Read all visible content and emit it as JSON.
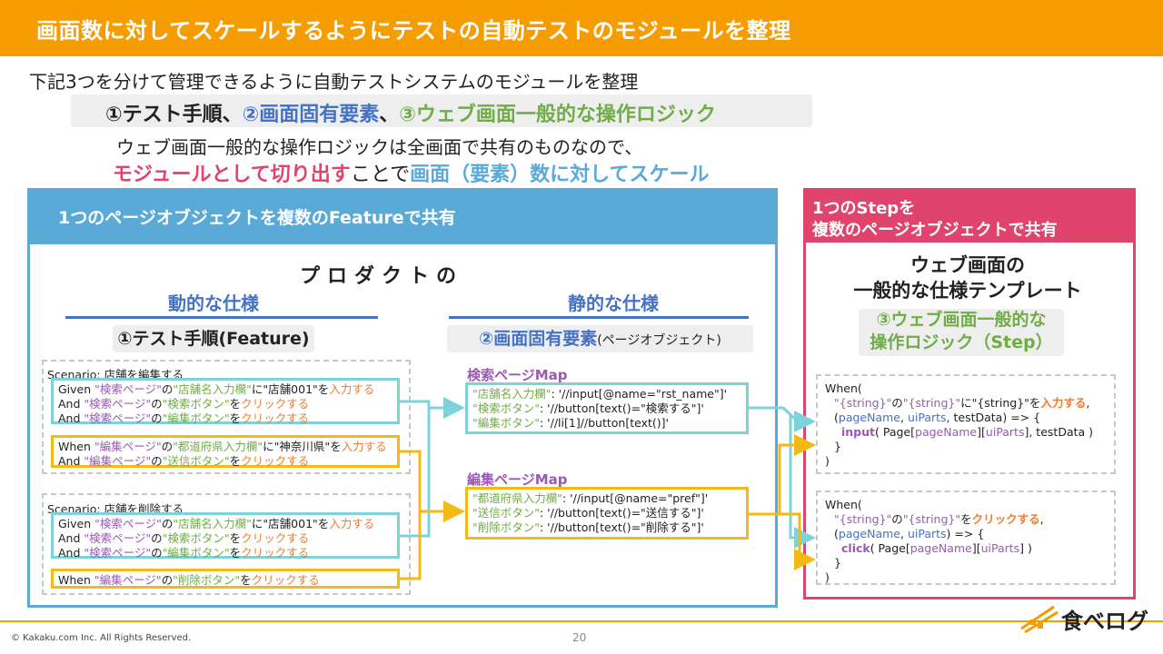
{
  "title": "画面数に対してスケールするようにテストの自動テストのモジュールを整理",
  "intro": "下記3つを分けて管理できるように自動テストシステムのモジュールを整理",
  "highlight": {
    "p1": "①テスト手順、",
    "p2": "②画面固有要素",
    "p3": "、",
    "p4": "③ウェブ画面一般的な操作ロジック"
  },
  "line3": "ウェブ画面一般的な操作ロジックは全画面で共有のものなので、",
  "line4": {
    "a": "モジュールとして切り出す",
    "b": "ことで",
    "c": "画面（要素）数に対してスケール"
  },
  "left_panel": {
    "header": "1つのページオブジェクトを複数のFeatureで共有",
    "product": "プロダクトの",
    "dynamic": "動的な仕様",
    "static": "静的な仕様",
    "feature_label": "①テスト手順(Feature)",
    "po_label_main": "②画面固有要素",
    "po_label_sub": "(ページオブジェクト)",
    "scenario1": {
      "title": "Scenario: 店舗を編集する",
      "lines": [
        [
          "Given ",
          "\"検索ページ\"",
          "の",
          "\"店舗名入力欄\"",
          "に\"店舗001\"を",
          "入力する"
        ],
        [
          "And ",
          "\"検索ページ\"",
          "の",
          "\"検索ボタン\"",
          "を",
          "クリックする"
        ],
        [
          "And ",
          "\"検索ページ\"",
          "の",
          "\"編集ボタン\"",
          "を",
          "クリックする"
        ]
      ],
      "lines2": [
        [
          "When ",
          "\"編集ページ\"",
          "の",
          "\"都道府県入力欄\"",
          "に\"神奈川県\"を",
          "入力する"
        ],
        [
          "And ",
          "\"編集ページ\"",
          "の",
          "\"送信ボタン\"",
          "を",
          "クリックする"
        ]
      ]
    },
    "scenario2": {
      "title": "Scenario: 店舗を削除する",
      "lines": [
        [
          "Given ",
          "\"検索ページ\"",
          "の",
          "\"店舗名入力欄\"",
          "に\"店舗001\"を",
          "入力する"
        ],
        [
          "And ",
          "\"検索ページ\"",
          "の",
          "\"検索ボタン\"",
          "を",
          "クリックする"
        ],
        [
          "And ",
          "\"検索ページ\"",
          "の",
          "\"編集ボタン\"",
          "を",
          "クリックする"
        ]
      ],
      "lines2": [
        [
          "When ",
          "\"編集ページ\"",
          "の",
          "\"削除ボタン\"",
          "を",
          "クリックする"
        ]
      ]
    },
    "map1": {
      "label": "検索ページMap",
      "lines": [
        [
          "\"店舗名入力欄\"",
          ": '//input[@name=\"rst_name\"]'"
        ],
        [
          "\"検索ボタン\"",
          ": '//button[text()=\"検索する\"]'"
        ],
        [
          "\"編集ボタン\"",
          ": '//li[1]//button[text()]'"
        ]
      ]
    },
    "map2": {
      "label": "編集ページMap",
      "lines": [
        [
          "\"都道府県入力欄\"",
          ": '//input[@name=\"pref\"]'"
        ],
        [
          "\"送信ボタン\"",
          ": '//button[text()=\"送信する\"]'"
        ],
        [
          "\"削除ボタン\"",
          ": '//button[text()=\"削除する\"]'"
        ]
      ]
    }
  },
  "right_panel": {
    "header1": "1つのStepを",
    "header2": "複数のページオブジェクトで共有",
    "tpl1": "ウェブ画面の",
    "tpl2": "一般的な仕様テンプレート",
    "step1": "③ウェブ画面一般的な",
    "step2": "操作ロジック（Step）",
    "when1": {
      "l1": "When(",
      "l2a": "\"{string}\"",
      "l2b": "の",
      "l2c": "\"{string}\"",
      "l2d": "に\"{string}\"を",
      "l2e": "入力する",
      "l2f": ",",
      "l3a": "(",
      "l3b": "pageName",
      "l3c": ", ",
      "l3d": "uiParts",
      "l3e": ", testData) => {",
      "l4a": "input",
      "l4b": "( Page[",
      "l4c": "pageName",
      "l4d": "][",
      "l4e": "uiParts",
      "l4f": "], testData )",
      "l5": "}",
      "l6": ")"
    },
    "when2": {
      "l1": "When(",
      "l2a": "\"{string}\"",
      "l2b": "の",
      "l2c": "\"{string}\"",
      "l2d": "を",
      "l2e": "クリックする",
      "l2f": ",",
      "l3a": "(",
      "l3b": "pageName",
      "l3c": ", ",
      "l3d": "uiParts",
      "l3e": ") => {",
      "l4a": "click",
      "l4b": "( Page[",
      "l4c": "pageName",
      "l4d": "][",
      "l4e": "uiParts",
      "l4f": "] )",
      "l5": "}",
      "l6": ")"
    }
  },
  "footer": {
    "copyright": "© Kakaku.com Inc. All Rights Reserved.",
    "page": "20",
    "logo": "食べログ"
  },
  "colors": {
    "orange": "#f59c00",
    "sky": "#5aaad8",
    "pink": "#e0446d",
    "cyan": "#7ed3db",
    "yellow": "#f3b915",
    "blue": "#4472c4",
    "green": "#70ad47",
    "purple": "#9b59b6",
    "accent": "#ed7d31"
  }
}
